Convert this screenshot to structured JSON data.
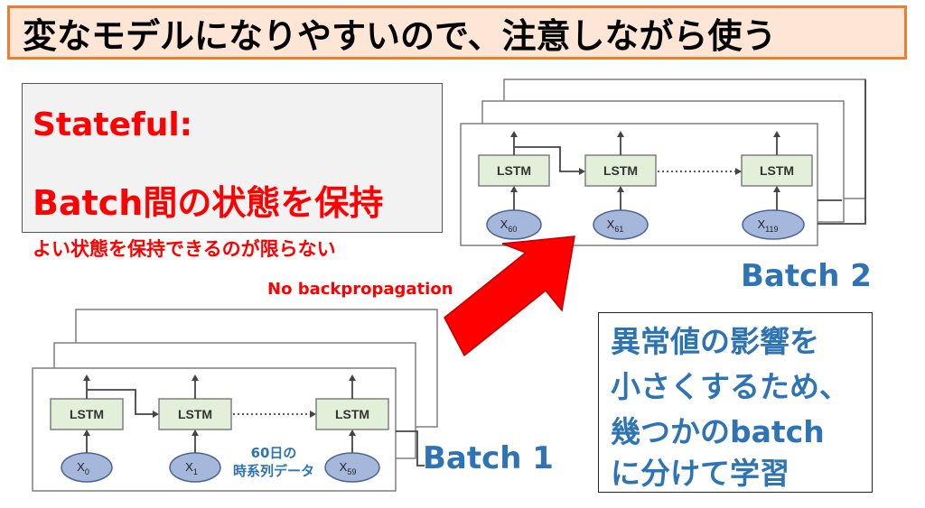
{
  "title": "変なモデルになりやすいので、注意しながら使う",
  "stateful": {
    "line1": "Stateful:",
    "line2": "Batch間の状態を保持"
  },
  "note": "よい状態を保持できるのが限らない",
  "arrow_label": "No backpropagation",
  "arrow_color": "#ff0000",
  "batch2": {
    "label": "Batch 2",
    "lstm": [
      "LSTM",
      "LSTM",
      "LSTM"
    ],
    "inputs": [
      {
        "base": "X",
        "sub": "60"
      },
      {
        "base": "X",
        "sub": "61"
      },
      {
        "base": "X",
        "sub": "119"
      }
    ]
  },
  "batch1": {
    "label": "Batch 1",
    "lstm": [
      "LSTM",
      "LSTM",
      "LSTM"
    ],
    "inputs": [
      {
        "base": "X",
        "sub": "0"
      },
      {
        "base": "X",
        "sub": "1"
      },
      {
        "base": "X",
        "sub": "59"
      }
    ],
    "caption_line1": "60日の",
    "caption_line2": "時系列データ"
  },
  "anomaly_text": [
    "異常値の影響を",
    "小さくするため、",
    "幾つかのbatch",
    "に分けて学習"
  ],
  "colors": {
    "title_border": "#ed7d31",
    "title_bg": "#fde6d6",
    "red_text": "#ff0000",
    "blue_text": "#2e74b5",
    "lstm_fill": "#e2f0d9",
    "input_fill": "#a5b8dc"
  }
}
